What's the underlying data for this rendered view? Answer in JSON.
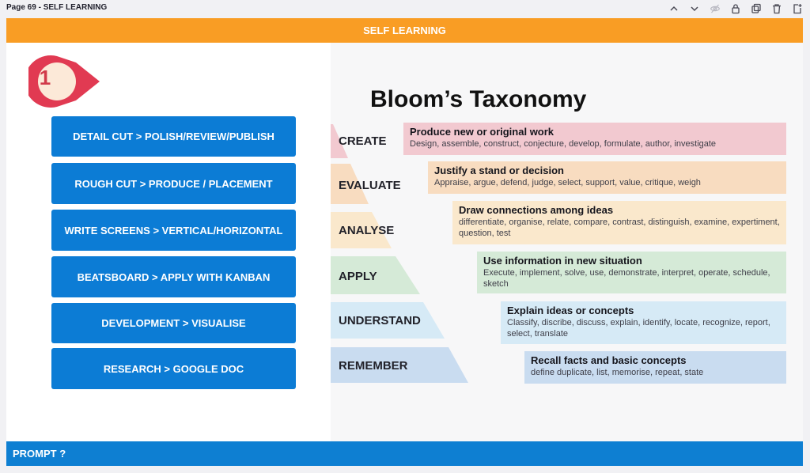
{
  "page": {
    "label": "Page 69 - SELF LEARNING"
  },
  "toolbar": {
    "icons": [
      "chevron-up-icon",
      "chevron-down-icon",
      "eye-off-icon",
      "lock-icon",
      "duplicate-icon",
      "trash-icon",
      "add-page-icon"
    ]
  },
  "slide": {
    "header": "SELF LEARNING",
    "footer": "PROMPT ?",
    "step_badge": "1",
    "steps": [
      "DETAIL CUT > POLISH/REVIEW/PUBLISH",
      "ROUGH CUT > PRODUCE / PLACEMENT",
      "WRITE SCREENS > VERTICAL/HORIZONTAL",
      "BEATSBOARD > APPLY WITH KANBAN",
      "DEVELOPMENT > VISUALISE",
      "RESEARCH > GOOGLE DOC"
    ],
    "colors": {
      "header": "#f99d24",
      "footer": "#0e7fd2",
      "step_button": "#0c7cd5",
      "pin": "#e13a52"
    }
  },
  "bloom": {
    "title": "Bloom’s Taxonomy",
    "levels": [
      {
        "name": "CREATE",
        "heading": "Produce new or original work",
        "text": "Design, assemble, construct, conjecture, develop, formulate, author, investigate",
        "color": "#f2c9d0"
      },
      {
        "name": "EVALUATE",
        "heading": "Justify a stand or decision",
        "text": "Appraise, argue, defend, judge, select, support, value, critique, weigh",
        "color": "#f8dcc0"
      },
      {
        "name": "ANALYSE",
        "heading": "Draw connections among ideas",
        "text": "differentiate, organise, relate, compare, contrast, distinguish, examine, expertiment, question, test",
        "color": "#fae8cc"
      },
      {
        "name": "APPLY",
        "heading": "Use information in new situation",
        "text": "Execute, implement, solve, use, demonstrate, interpret, operate, schedule, sketch",
        "color": "#d5ead7"
      },
      {
        "name": "UNDERSTAND",
        "heading": "Explain ideas or concepts",
        "text": "Classify, discribe, discuss, explain, identify, locate, recognize, report, select, translate",
        "color": "#d6eaf6"
      },
      {
        "name": "REMEMBER",
        "heading": "Recall facts and basic concepts",
        "text": "define duplicate, list, memorise, repeat, state",
        "color": "#c9dcf0"
      }
    ]
  }
}
